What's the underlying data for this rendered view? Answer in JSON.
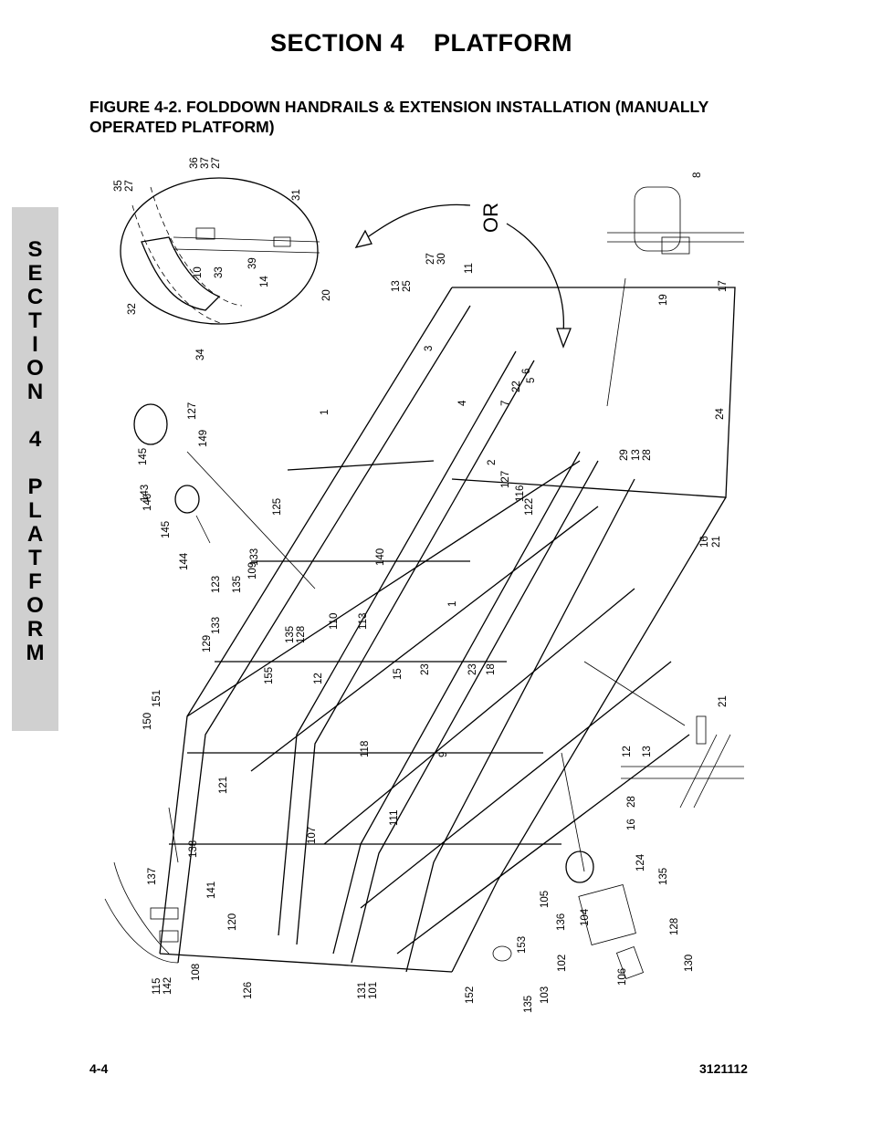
{
  "header": {
    "section_title": "SECTION 4    PLATFORM",
    "figure_title": "FIGURE 4-2. FOLDDOWN HANDRAILS & EXTENSION INSTALLATION (MANUALLY OPERATED PLATFORM)"
  },
  "side_tab": {
    "letters": [
      "S",
      "E",
      "C",
      "T",
      "I",
      "O",
      "N",
      "",
      "4",
      "",
      "P",
      "L",
      "A",
      "T",
      "F",
      "O",
      "R",
      "M"
    ]
  },
  "diagram": {
    "or_label": "OR",
    "callouts": [
      "35",
      "27",
      "36",
      "37",
      "27",
      "31",
      "10",
      "33",
      "39",
      "14",
      "32",
      "20",
      "34",
      "13",
      "25",
      "27",
      "30",
      "11",
      "3",
      "8",
      "19",
      "17",
      "4",
      "6",
      "7",
      "22",
      "5",
      "24",
      "1",
      "127",
      "149",
      "145",
      "143",
      "146",
      "145",
      "144",
      "125",
      "2",
      "127",
      "116",
      "122",
      "29",
      "13",
      "28",
      "16",
      "21",
      "133",
      "123",
      "135",
      "109",
      "140",
      "110",
      "113",
      "133",
      "129",
      "135",
      "128",
      "155",
      "1",
      "12",
      "15",
      "23",
      "23",
      "18",
      "150",
      "151",
      "118",
      "9",
      "21",
      "12",
      "13",
      "121",
      "111",
      "107",
      "28",
      "16",
      "138",
      "137",
      "141",
      "124",
      "105",
      "135",
      "136",
      "104",
      "128",
      "120",
      "153",
      "102",
      "106",
      "130",
      "115",
      "142",
      "108",
      "126",
      "131",
      "101",
      "152",
      "135",
      "103"
    ]
  },
  "footer": {
    "page_number": "4-4",
    "doc_number": "3121112"
  }
}
